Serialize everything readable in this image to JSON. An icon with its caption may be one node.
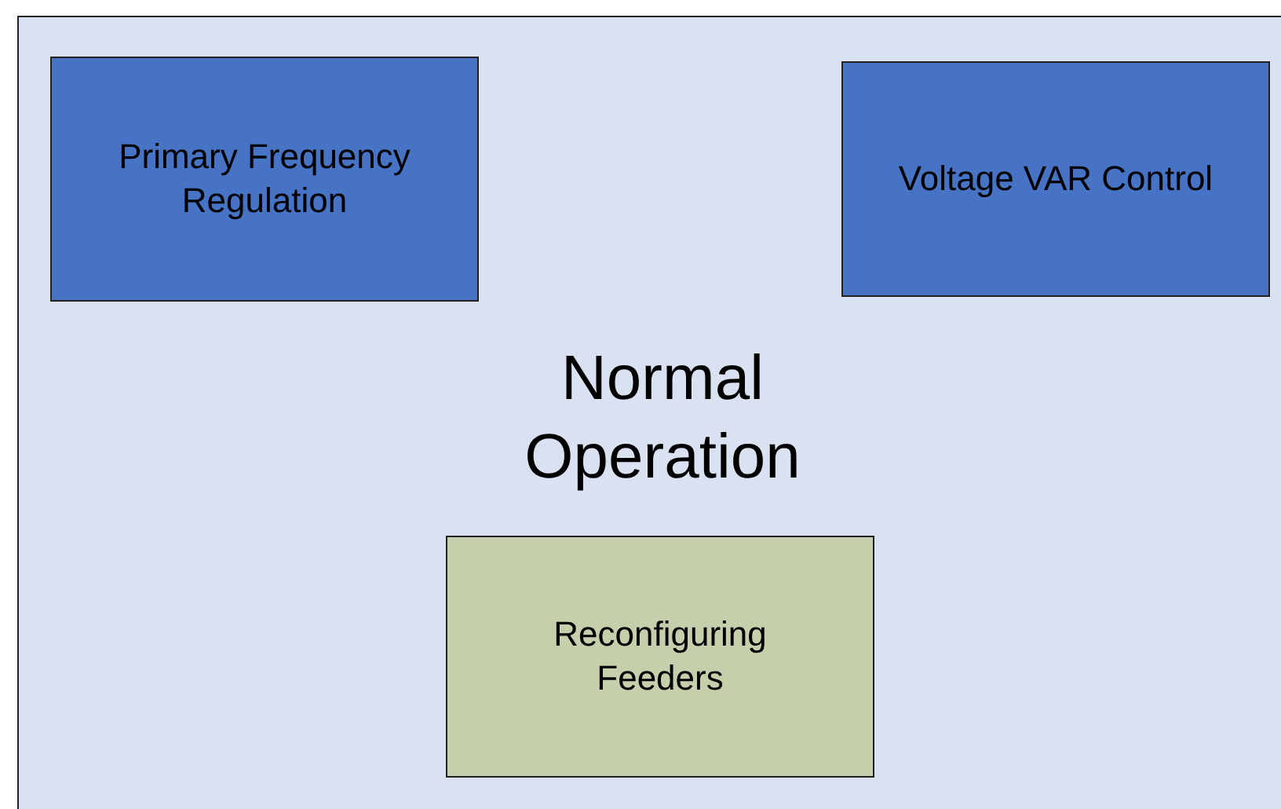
{
  "diagram": {
    "nodes": [
      {
        "text": [
          "Normal Operation"
        ]
      },
      {
        "text": [
          "Primary Frequency Regulation"
        ],
        "in": 0
      },
      {
        "text": [
          "Voltage VAR Control"
        ],
        "in": 0
      },
      {
        "text": [
          "Reconfiguring Feeders"
        ],
        "in": 0
      }
    ]
  }
}
